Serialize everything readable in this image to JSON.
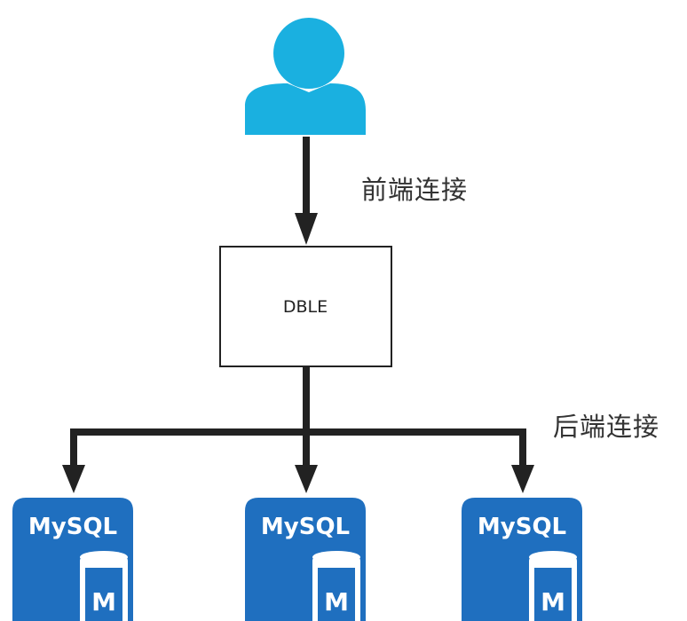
{
  "labels": {
    "frontend_connection": "前端连接",
    "backend_connection": "后端连接"
  },
  "dble": {
    "label": "DBLE"
  },
  "user": {
    "icon": "user-icon"
  },
  "mysql_nodes": [
    {
      "title": "MySQL",
      "badge": "M"
    },
    {
      "title": "MySQL",
      "badge": "M"
    },
    {
      "title": "MySQL",
      "badge": "M"
    }
  ],
  "colors": {
    "user": "#1ab0e0",
    "mysql": "#1f6fbf",
    "line": "#222222"
  }
}
